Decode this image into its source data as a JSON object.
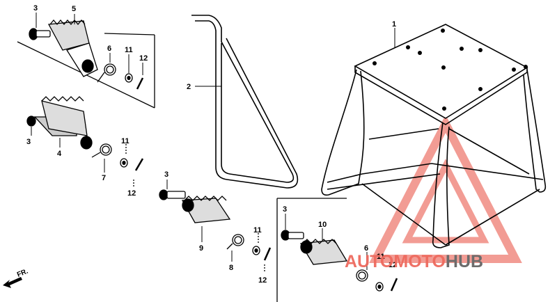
{
  "callouts": {
    "c1": "1",
    "c2": "2",
    "c3a": "3",
    "c3b": "3",
    "c3c": "3",
    "c3d": "3",
    "c4": "4",
    "c5": "5",
    "c6a": "6",
    "c6b": "6",
    "c7": "7",
    "c8": "8",
    "c9": "9",
    "c10": "10",
    "c11a": "11",
    "c11b": "11",
    "c11c": "11",
    "c11d": "11",
    "c12a": "12",
    "c12b": "12",
    "c12c": "12",
    "c12d": "12"
  },
  "direction_label": "FR.",
  "watermark": {
    "part1": "AUTOMOTO",
    "part2": "HUB",
    "color_accent": "#ee6a5e",
    "color_dark": "#6c6c6c"
  }
}
